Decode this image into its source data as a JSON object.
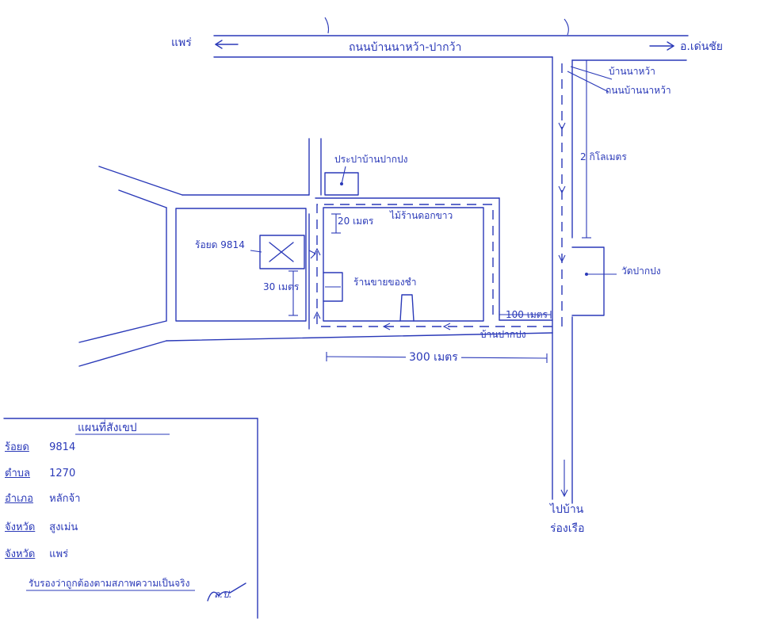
{
  "map": {
    "road_top": "ถนนบ้านนาหว้า-ปากว้า",
    "road_top_left_dest": "แพร่",
    "road_top_right_dest": "อ.เด่นชัย",
    "entrance_label": "บ้านนาหว้า",
    "road_right_label": "ถนนบ้านนาหว้า",
    "distance_2km": "2 กิโลเมตร",
    "shrine_label": "ประปาบ้านปากปง",
    "school_label": "ไม้ร้านดอกขาว",
    "distance_20m": "20 เมตร",
    "parcel_label": "ร้อยด 9814",
    "distance_30m": "30 เมตร",
    "shop_label": "ร้านขายของชำ",
    "temple_label": "วัดปากปง",
    "distance_100m": "100 เมตร",
    "village_label": "บ้านปากปง",
    "distance_300m": "300 เมตร",
    "down_dest_line1": "ไปบ้าน",
    "down_dest_line2": "ร่องเรือ"
  },
  "legend": {
    "title": "แผนที่สังเขป",
    "rows": [
      {
        "key": "ร้อยด",
        "value": "9814"
      },
      {
        "key": "ตำบล",
        "value": "1270"
      },
      {
        "key": "อำเภอ",
        "value": "หลักจ้า"
      },
      {
        "key": "จังหวัด",
        "value": "สูงเม่น"
      },
      {
        "key": "จังหวัด",
        "value": "แพร่"
      }
    ],
    "footer": "รับรองว่าถูกต้องตามสภาพความเป็นจริง",
    "signature": "ล.ป."
  }
}
